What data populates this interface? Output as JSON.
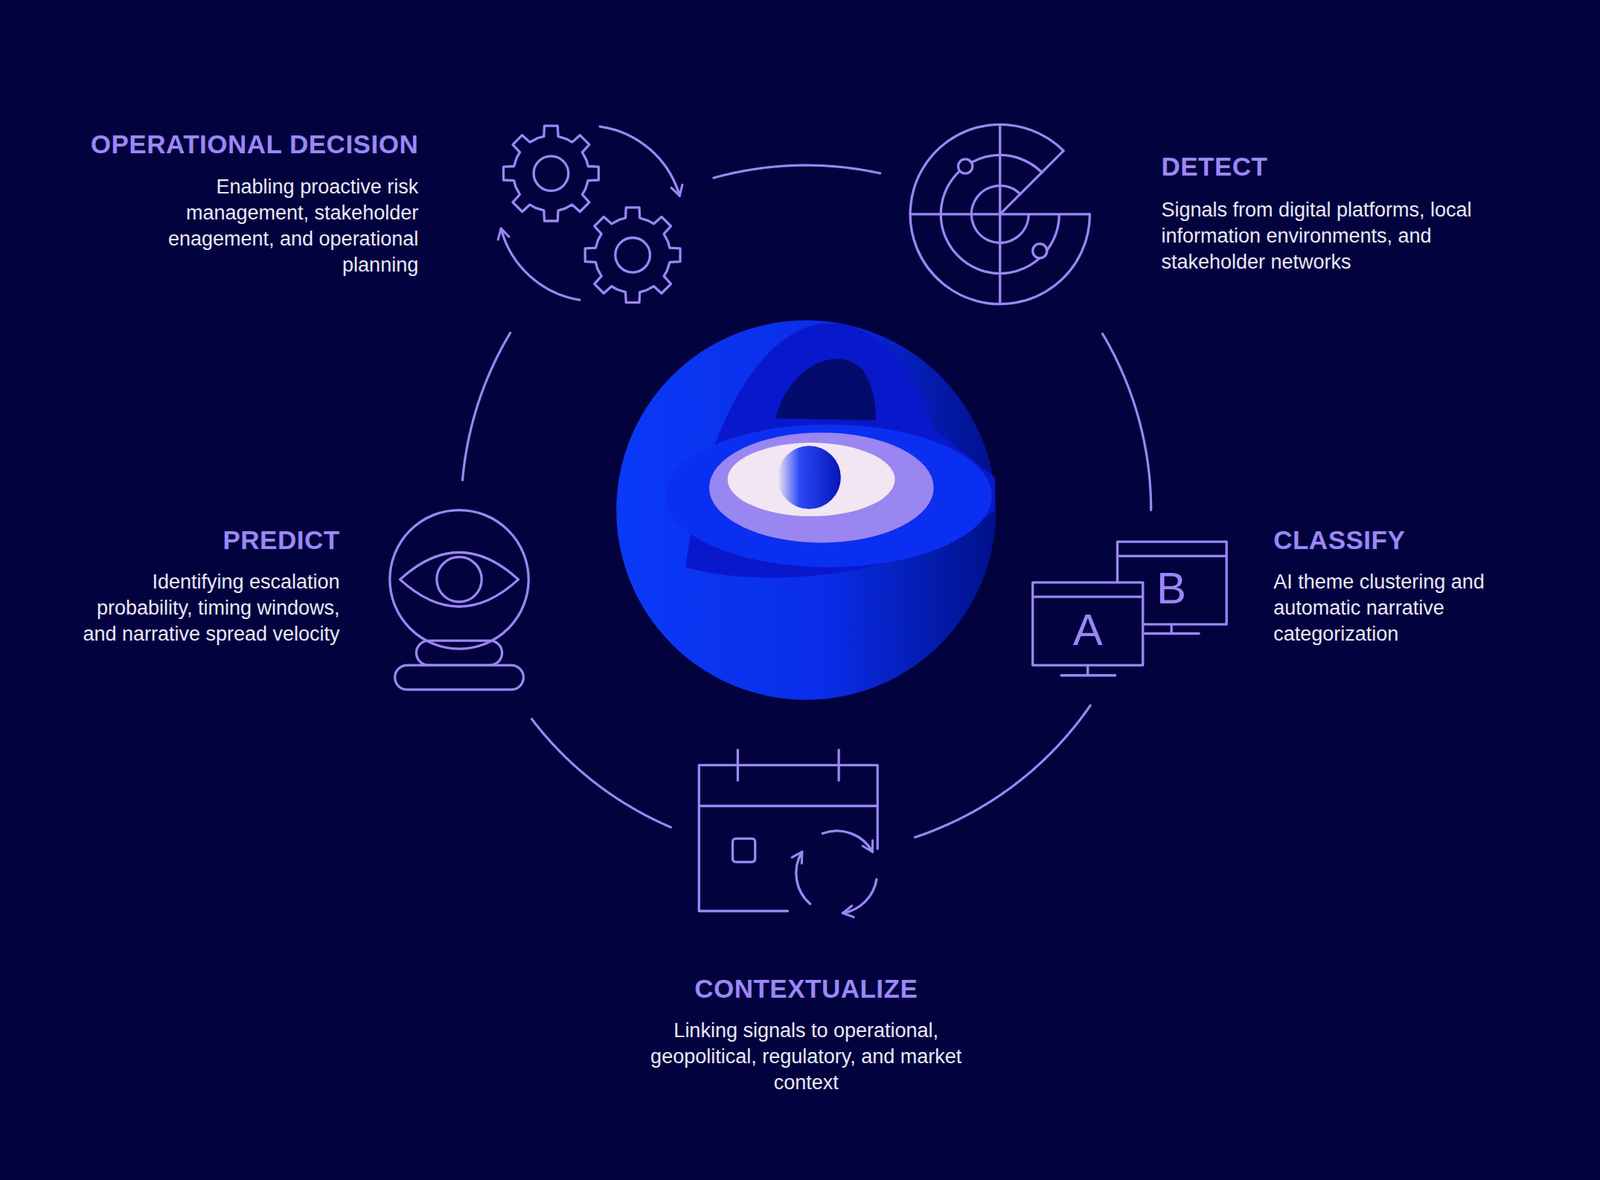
{
  "diagram": {
    "nodes": [
      {
        "text": [
          "OPERATIONAL DECISION",
          "Enabling proactive risk management, stakeholder enagement, and operational planning"
        ]
      },
      {
        "text": [
          "DETECT",
          "Signals from digital platforms, local information environments, and stakeholder networks"
        ]
      },
      {
        "text": [
          "PREDICT",
          "Identifying escalation probability, timing windows, and narrative spread velocity"
        ]
      },
      {
        "text": [
          "CLASSIFY",
          "AI theme clustering and automatic narrative categorization"
        ]
      },
      {
        "text": [
          "CONTEXTUALIZE",
          "Linking signals to operational, geopolitical, regulatory, and market context"
        ]
      }
    ],
    "edges": [
      {
        "from": 1,
        "to": 3,
        "arrow": "none"
      },
      {
        "from": 3,
        "to": 4,
        "arrow": "none"
      },
      {
        "from": 4,
        "to": 2,
        "arrow": "none"
      },
      {
        "from": 2,
        "to": 0,
        "arrow": "none"
      },
      {
        "from": 0,
        "to": 1,
        "arrow": "none"
      }
    ],
    "labels": [
      "B",
      "A"
    ]
  }
}
